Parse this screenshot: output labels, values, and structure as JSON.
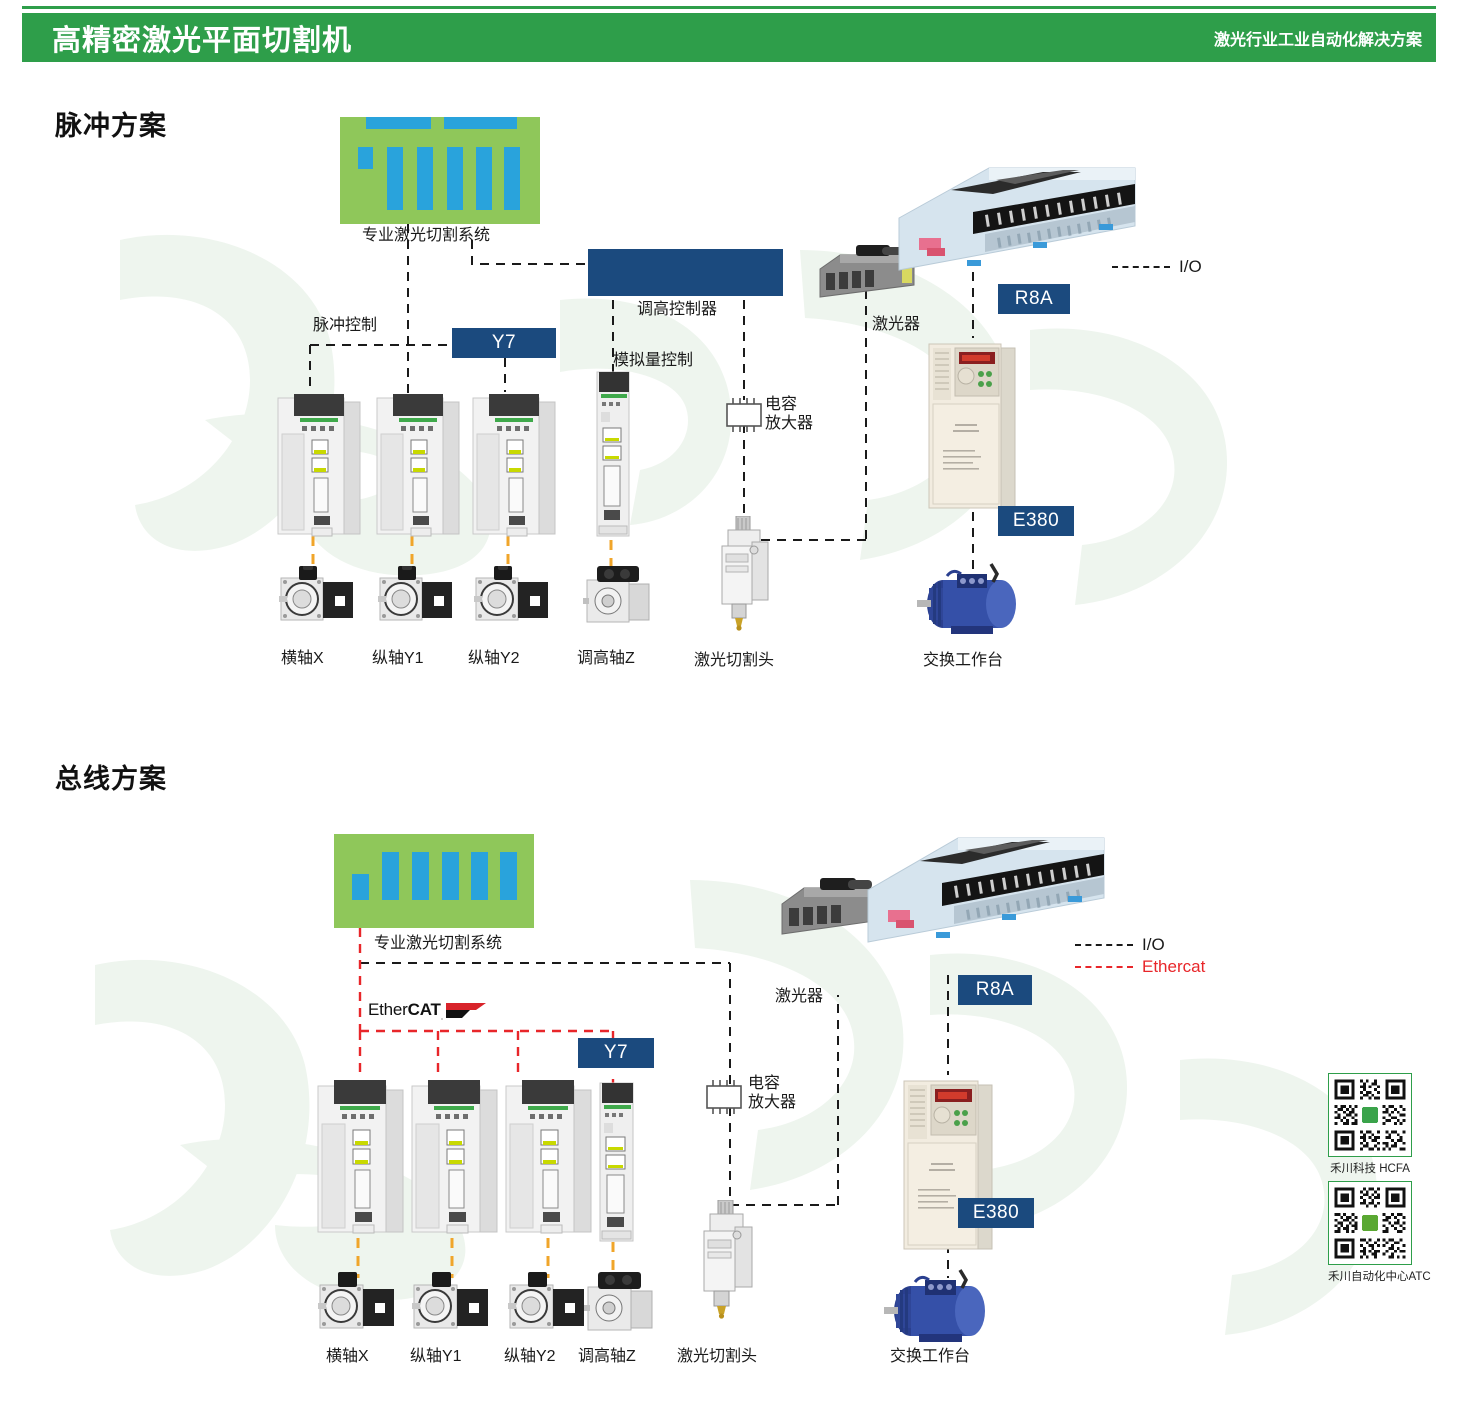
{
  "header": {
    "title": "高精密激光平面切割机",
    "subtitle": "激光行业工业自动化解决方案",
    "bg_color": "#2e9e4a"
  },
  "colors": {
    "badge_blue": "#1b4a7e",
    "laser_green": "#8fc75a",
    "laser_blue": "#29a3dc",
    "io_line": "#1a1a1a",
    "ethercat_line": "#e8262a",
    "motor_cable": "#f0a52a"
  },
  "sections": [
    {
      "id": "pulse",
      "title": "脉冲方案",
      "labels": {
        "laser_system": "专业激光切割系统",
        "pulse_control": "脉冲控制",
        "height_controller": "调高控制器",
        "analog_control": "模拟量控制",
        "capacitive_amp_line1": "电容",
        "capacitive_amp_line2": "放大器",
        "laser_source": "激光器",
        "axis_x": "横轴X",
        "axis_y1": "纵轴Y1",
        "axis_y2": "纵轴Y2",
        "axis_z": "调高轴Z",
        "cutting_head": "激光切割头",
        "exchange_table": "交换工作台"
      },
      "badges": {
        "servo": "Y7",
        "plc": "R8A",
        "inverter": "E380"
      },
      "legend": [
        {
          "label": "I/O",
          "color": "#1a1a1a"
        }
      ]
    },
    {
      "id": "bus",
      "title": "总线方案",
      "labels": {
        "laser_system": "专业激光切割系统",
        "capacitive_amp_line1": "电容",
        "capacitive_amp_line2": "放大器",
        "laser_source": "激光器",
        "axis_x": "横轴X",
        "axis_y1": "纵轴Y1",
        "axis_y2": "纵轴Y2",
        "axis_z": "调高轴Z",
        "cutting_head": "激光切割头",
        "exchange_table": "交换工作台"
      },
      "badges": {
        "servo": "Y7",
        "plc": "R8A",
        "inverter": "E380"
      },
      "ethercat_logo": {
        "prefix": "Ether",
        "bold": "CAT",
        "mark": "."
      },
      "legend": [
        {
          "label": "I/O",
          "color": "#1a1a1a"
        },
        {
          "label": "Ethercat",
          "color": "#e8262a"
        }
      ]
    }
  ],
  "qr_codes": [
    {
      "caption": "禾川科技 HCFA"
    },
    {
      "caption": "禾川自动化中心ATC"
    }
  ]
}
